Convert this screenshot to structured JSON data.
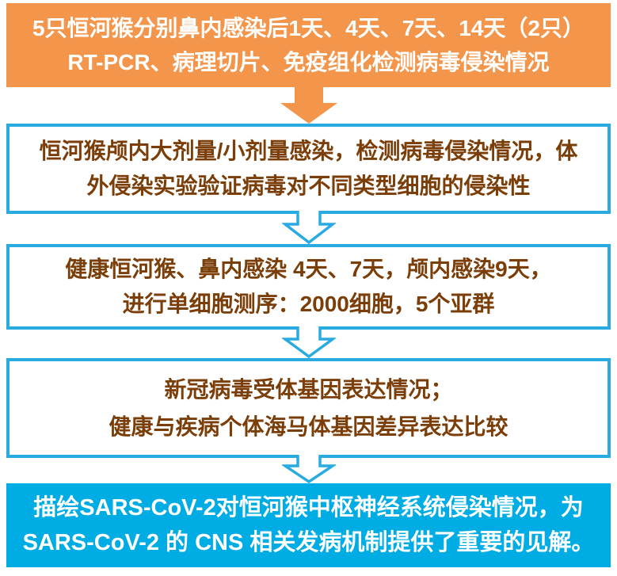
{
  "colors": {
    "orange": "#F3954A",
    "cyan_border": "#29ABE2",
    "cyan_fill": "#00ACE4",
    "brown_text": "#7B3E08",
    "white_text": "#FFFFFF",
    "background": "#FFFFFF"
  },
  "flowchart": {
    "steps": [
      {
        "variant": "solid-orange",
        "lines": [
          "5只恒河猴分别鼻内感染后1天、4天、7天、14天（2只）",
          "RT-PCR、病理切片、免疫组化检测病毒侵染情况"
        ]
      },
      {
        "variant": "outline-cyan",
        "lines": [
          "恒河猴颅内大剂量/小剂量感染，检测病毒侵染情况，体",
          "外侵染实验验证病毒对不同类型细胞的侵染性"
        ]
      },
      {
        "variant": "outline-cyan",
        "lines": [
          "健康恒河猴、鼻内感染 4天、7天，颅内感染9天，",
          "进行单细胞测序：2000细胞，5个亚群"
        ]
      },
      {
        "variant": "outline-cyan",
        "lines": [
          "新冠病毒受体基因表达情况；",
          "健康与疾病个体海马体基因差异表达比较"
        ]
      },
      {
        "variant": "solid-cyan",
        "lines": [
          "描绘SARS-CoV-2对恒河猴中枢神经系统侵染情况，为",
          "SARS-CoV-2 的 CNS 相关发病机制提供了重要的见解。"
        ]
      }
    ],
    "arrows": [
      {
        "direction": "down",
        "variant": "solid-orange"
      },
      {
        "direction": "down",
        "variant": "outline-cyan"
      },
      {
        "direction": "down",
        "variant": "outline-cyan"
      },
      {
        "direction": "down",
        "variant": "outline-cyan"
      }
    ]
  }
}
